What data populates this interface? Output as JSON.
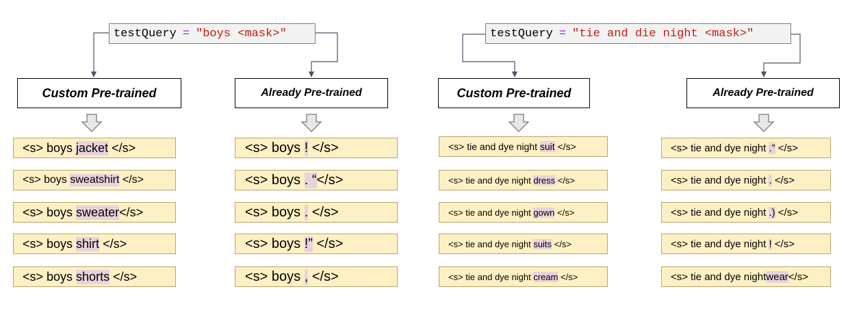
{
  "colors": {
    "result_fill": "#fdf0c4",
    "token_highlight": "#ead1dc",
    "query_fill": "#f2f2f2",
    "keyword": "#a020f0",
    "string": "#c41a16"
  },
  "groups": [
    {
      "query": {
        "variable": "testQuery",
        "operator": "=",
        "value": "\"boys <mask>\""
      },
      "models": [
        {
          "label": "Custom Pre-trained",
          "results": [
            {
              "prefix": "<s> boys ",
              "token": "jacket",
              "suffix": " </s>"
            },
            {
              "prefix": "<s> boys ",
              "token": "sweatshirt",
              "suffix": " </s>"
            },
            {
              "prefix": "<s> boys ",
              "token": "sweater",
              "suffix": "</s>"
            },
            {
              "prefix": "<s> boys ",
              "token": "shirt",
              "suffix": " </s>"
            },
            {
              "prefix": "<s> boys ",
              "token": "shorts",
              "suffix": " </s>"
            }
          ]
        },
        {
          "label": "Already Pre-trained",
          "results": [
            {
              "prefix": "<s> boys ",
              "token": "!",
              "suffix": " </s>"
            },
            {
              "prefix": "<s> boys ",
              "token": ". “",
              "suffix": "</s>"
            },
            {
              "prefix": "<s> boys ",
              "token": ".",
              "suffix": " </s>"
            },
            {
              "prefix": "<s> boys ",
              "token": "!”",
              "suffix": " </s>"
            },
            {
              "prefix": "<s> boys ",
              "token": ",",
              "suffix": " </s>"
            }
          ]
        }
      ]
    },
    {
      "query": {
        "variable": "testQuery",
        "operator": "=",
        "value": "\"tie and die night <mask>\""
      },
      "models": [
        {
          "label": "Custom Pre-trained",
          "results": [
            {
              "prefix": "<s> tie and dye night ",
              "token": "suit",
              "suffix": " </s>"
            },
            {
              "prefix": "<s> tie and dye night ",
              "token": "dress",
              "suffix": " </s>"
            },
            {
              "prefix": "<s> tie and dye night ",
              "token": "gown",
              "suffix": " </s>"
            },
            {
              "prefix": "<s> tie and dye night ",
              "token": "suits",
              "suffix": " </s>"
            },
            {
              "prefix": "<s> tie and dye night ",
              "token": "cream",
              "suffix": " </s>"
            }
          ]
        },
        {
          "label": "Already Pre-trained",
          "results": [
            {
              "prefix": "<s> tie and dye night ",
              "token": ".”",
              "suffix": " </s>"
            },
            {
              "prefix": "<s> tie and dye night ",
              "token": ".",
              "suffix": " </s>"
            },
            {
              "prefix": "<s> tie and dye night ",
              "token": ".)",
              "suffix": " </s>"
            },
            {
              "prefix": "<s> tie and dye night ",
              "token": "!",
              "suffix": " </s>"
            },
            {
              "prefix": "<s> tie and dye night",
              "token": "wear",
              "suffix": "</s>"
            }
          ]
        }
      ]
    }
  ]
}
